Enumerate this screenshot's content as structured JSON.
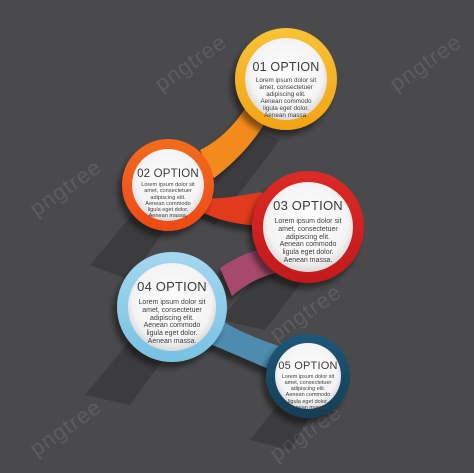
{
  "colors": {
    "background": "#4a4a4c",
    "option_1": "#f5b223",
    "option_2": "#f2551c",
    "option_3": "#d5201f",
    "option_4": "#8ccde8",
    "option_5": "#1a4a66"
  },
  "options": [
    {
      "title": "01 OPTION",
      "body": "Lorem ipsum dolor sit\namet, consectetuer\nadipiscing elit.\nAenean commodo\nligula eget dolor.\nAenean massa."
    },
    {
      "title": "02 OPTION",
      "body": "Lorem ipsum dolor sit\namet, consectetuer\nadipiscing elit.\nAenean commodo\nligula eget dolor.\nAenean massa."
    },
    {
      "title": "03 OPTION",
      "body": "Lorem ipsum dolor sit\namet, consectetuer\nadipiscing elit.\nAenean commodo\nligula eget dolor.\nAenean massa."
    },
    {
      "title": "04 OPTION",
      "body": "Lorem ipsum dolor sit\namet, consectetuer\nadipiscing elit.\nAenean commodo\nligula eget dolor.\nAenean massa."
    },
    {
      "title": "05 OPTION",
      "body": "Lorem ipsum dolor sit\namet, consectetuer\nadipiscing elit.\nAenean commodo\nligula eget dolor.\nAenean massa."
    }
  ],
  "watermark": {
    "text": "pngtree"
  }
}
